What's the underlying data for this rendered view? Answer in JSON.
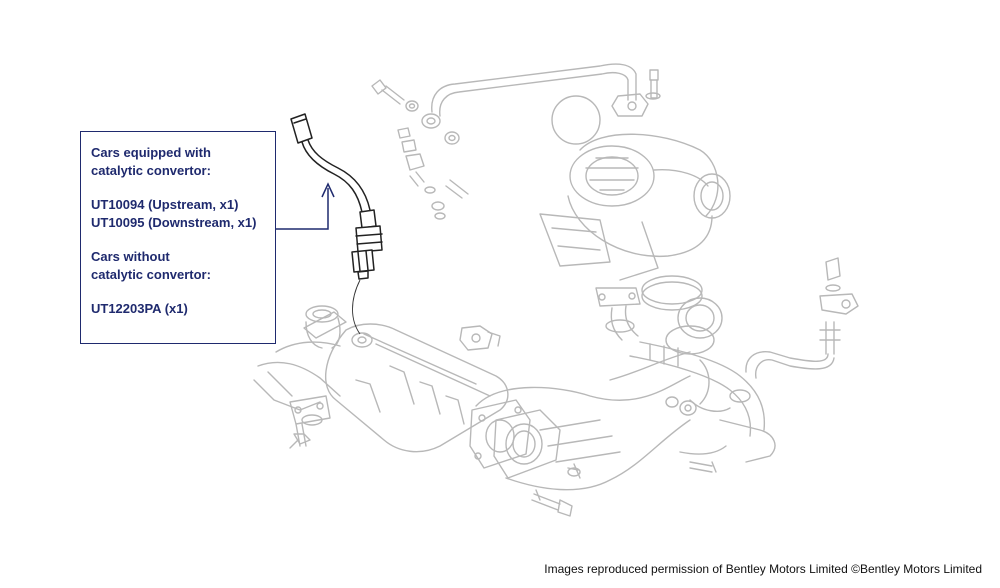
{
  "callout": {
    "catalytic_heading_line1": "Cars equipped with",
    "catalytic_heading_line2": "catalytic convertor:",
    "upstream_part": "UT10094 (Upstream, x1)",
    "downstream_part": "UT10095 (Downstream, x1)",
    "non_catalytic_heading_line1": "Cars without",
    "non_catalytic_heading_line2": "catalytic convertor:",
    "non_catalytic_part": "UT12203PA (x1)"
  },
  "credit": "Images reproduced permission of Bentley Motors Limited ©Bentley Motors Limited",
  "colors": {
    "callout_text": "#1f2a6e",
    "callout_border": "#1f2a6e",
    "sensor_line": "#222222",
    "faded_parts": "#b8b8b8"
  },
  "icons": {
    "pointer_arrow": "up-arrow",
    "oxygen_sensor": "lambda-sensor-drawing",
    "exhaust_assembly": "turbo-exhaust-drawing"
  }
}
